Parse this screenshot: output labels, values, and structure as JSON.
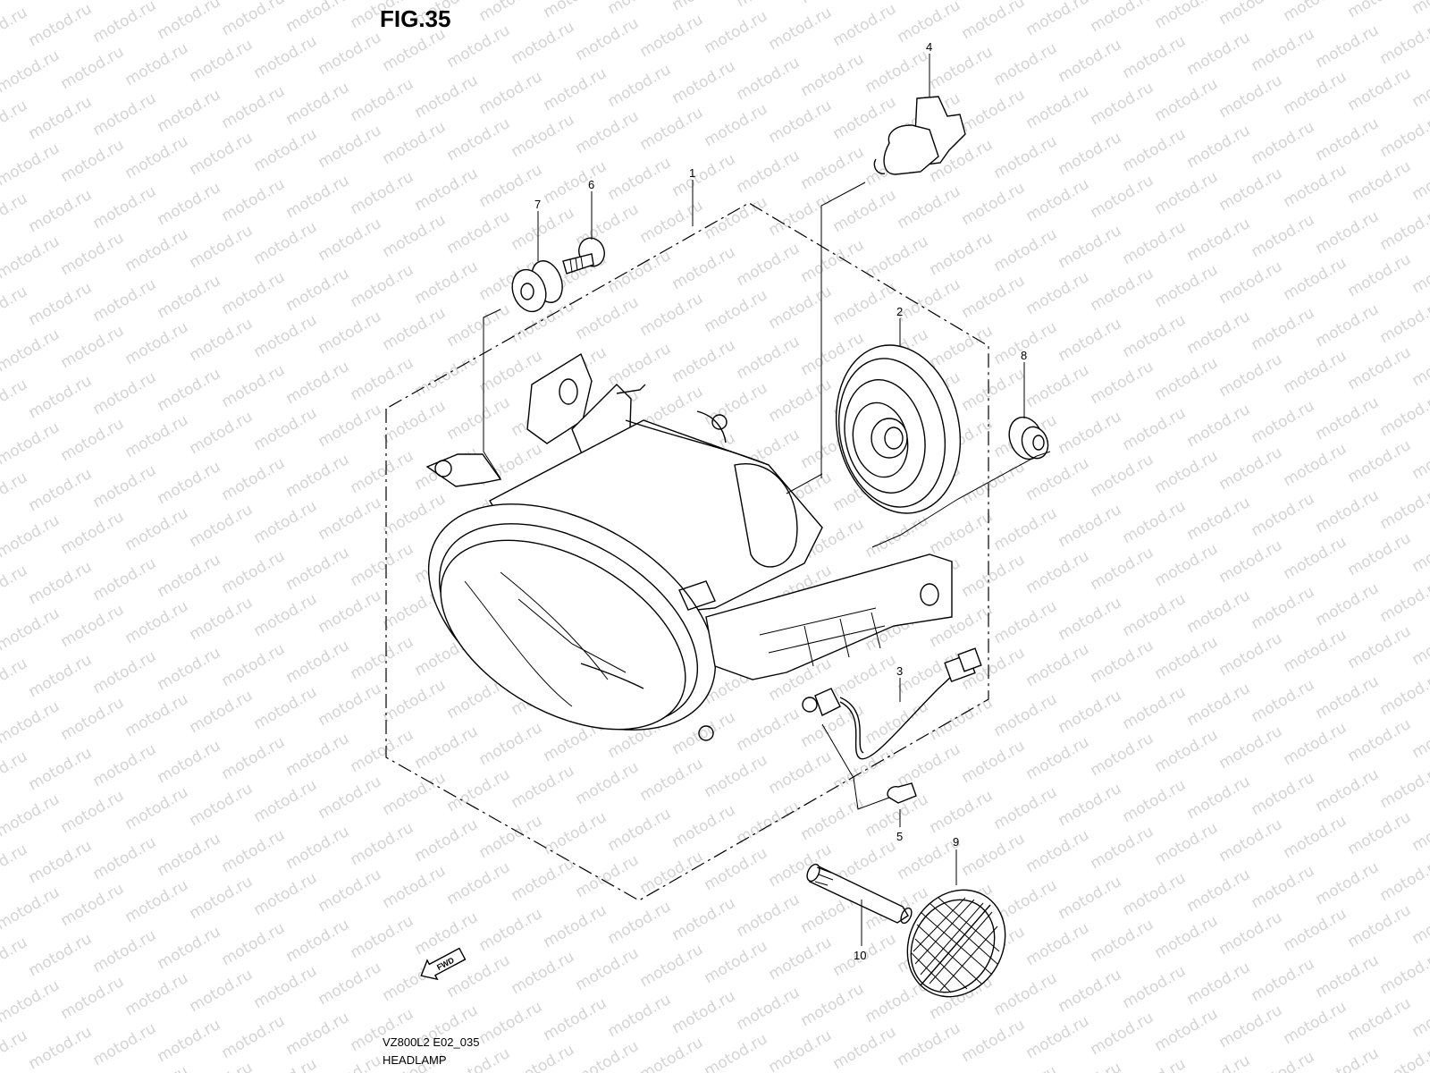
{
  "figure": {
    "title": "FIG.35",
    "code": "VZ800L2 E02_035",
    "name": "HEADLAMP"
  },
  "watermark": {
    "text": "motod.ru"
  },
  "fwd_arrow": {
    "label": "FWD"
  },
  "callouts": [
    "1",
    "2",
    "3",
    "4",
    "5",
    "6",
    "7",
    "8",
    "9",
    "10"
  ]
}
